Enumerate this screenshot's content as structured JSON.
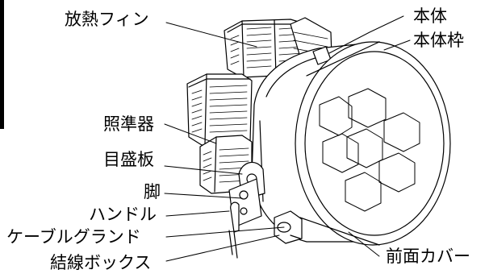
{
  "labels": {
    "fins": "放熱フィン",
    "body": "本体",
    "body_frame": "本体枠",
    "sight": "照準器",
    "scale_plate": "目盛板",
    "leg": "脚",
    "handle": "ハンドル",
    "cable_gland": "ケーブルグランド",
    "junction_box": "結線ボックス",
    "front_cover": "前面カバー"
  },
  "colors": {
    "line": "#000000",
    "background": "#ffffff"
  }
}
